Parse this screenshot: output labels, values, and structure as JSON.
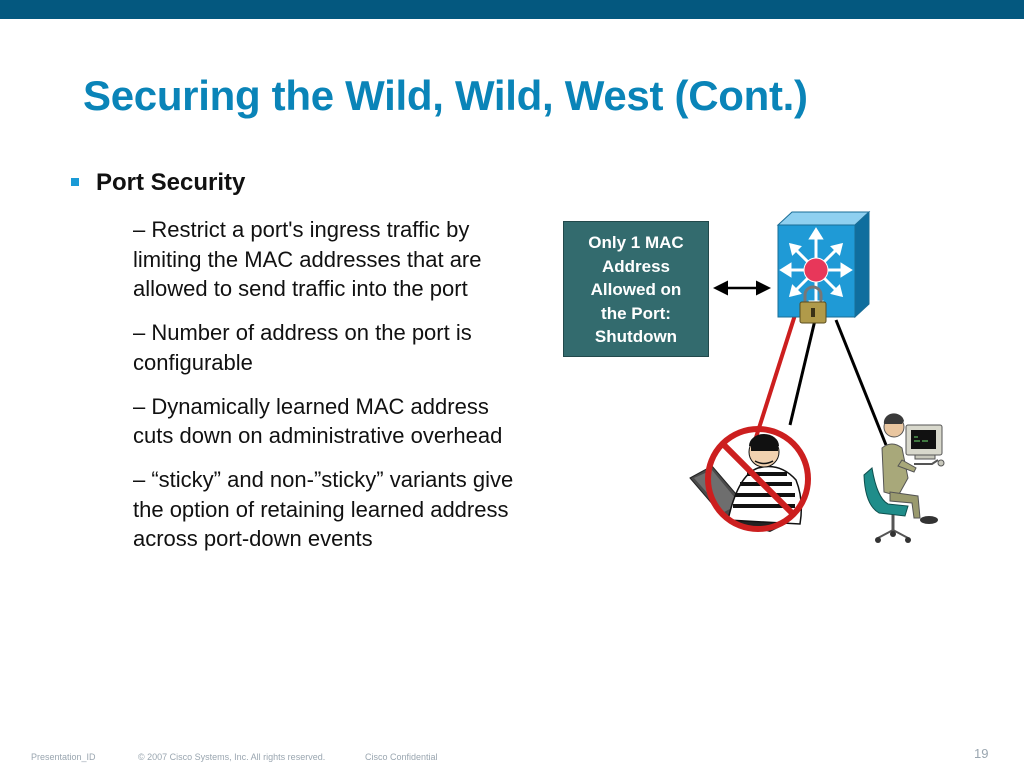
{
  "slide": {
    "title": "Securing the Wild, Wild, West (Cont.)",
    "bullet": "Port Security",
    "subpoints": [
      "– Restrict a port's ingress traffic by limiting the MAC addresses that are allowed to send traffic into the port",
      "– Number of address on the port is configurable",
      "– Dynamically learned MAC address cuts down on administrative overhead",
      "– “sticky” and non-”sticky” variants give the option of retaining learned address across port-down events"
    ],
    "callout": [
      "Only 1 MAC",
      "Address",
      "Allowed on",
      "the Port:",
      "Shutdown"
    ]
  },
  "footer": {
    "presentation_id": "Presentation_ID",
    "copyright": "© 2007 Cisco Systems, Inc. All rights reserved.",
    "confidential": "Cisco Confidential",
    "page_number": "19"
  },
  "colors": {
    "top_bar": "#04587f",
    "title": "#0a84b8",
    "bullet": "#1a9ad6",
    "callout_bg": "#336b6e",
    "switch_front": "#1f9ad6",
    "prohibition": "#cc1f1f"
  },
  "icons": [
    "multilayer-switch-icon",
    "padlock-icon",
    "double-arrow-icon",
    "thief-icon",
    "prohibited-sign-icon",
    "user-at-workstation-icon"
  ]
}
